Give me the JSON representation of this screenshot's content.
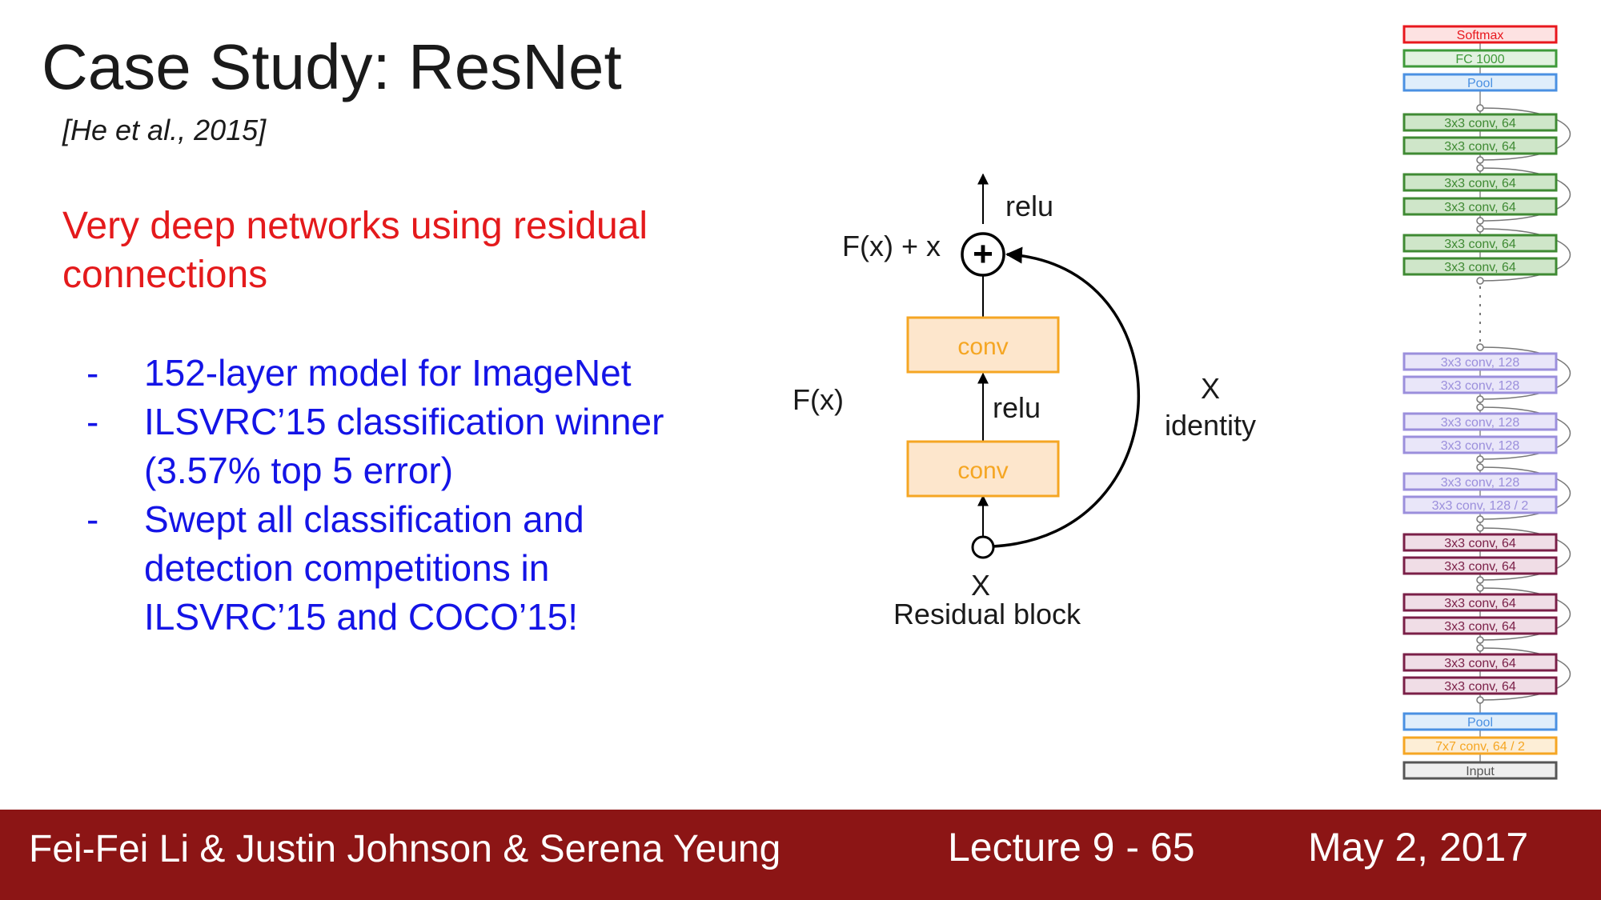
{
  "slide": {
    "title": "Case Study: ResNet",
    "citation": "[He et al., 2015]",
    "headline": "Very deep networks using residual connections",
    "bullets": [
      "152-layer model for ImageNet",
      "ILSVRC’15 classification winner (3.57% top 5 error)",
      "Swept all classification and detection competitions in ILSVRC’15 and COCO’15!"
    ],
    "bullet_marker": "-"
  },
  "residual_block": {
    "caption": "Residual block",
    "output_label": "F(x) + x",
    "relu_top": "relu",
    "relu_mid": "relu",
    "fx_label": "F(x)",
    "conv_top": "conv",
    "conv_bottom": "conv",
    "input_label": "X",
    "skip_label_x": "X",
    "skip_label_identity": "identity",
    "plus_symbol": "+",
    "colors": {
      "conv_fill": "#fde6cc",
      "conv_stroke": "#f5a623",
      "conv_text": "#f5a623",
      "line": "#000000"
    }
  },
  "architecture_stack": {
    "layers": [
      {
        "label": "Softmax",
        "color": "#e8171d",
        "fill": "#fde2e2"
      },
      {
        "label": "FC 1000",
        "color": "#3f9a3a",
        "fill": "#e3f2e1"
      },
      {
        "label": "Pool",
        "color": "#4a90e2",
        "fill": "#e0eefb"
      },
      {
        "label": "3x3 conv, 64",
        "color": "#3f8a33",
        "fill": "#cfe6c9"
      },
      {
        "label": "3x3 conv, 64",
        "color": "#3f8a33",
        "fill": "#cfe6c9"
      },
      {
        "label": "3x3 conv, 64",
        "color": "#3f8a33",
        "fill": "#cfe6c9"
      },
      {
        "label": "3x3 conv, 64",
        "color": "#3f8a33",
        "fill": "#cfe6c9"
      },
      {
        "label": "3x3 conv, 64",
        "color": "#3f8a33",
        "fill": "#cfe6c9"
      },
      {
        "label": "3x3 conv, 64",
        "color": "#3f8a33",
        "fill": "#cfe6c9"
      },
      {
        "label": "3x3 conv, 128",
        "color": "#9b8fdc",
        "fill": "#e9e6f9"
      },
      {
        "label": "3x3 conv, 128",
        "color": "#9b8fdc",
        "fill": "#e9e6f9"
      },
      {
        "label": "3x3 conv, 128",
        "color": "#9b8fdc",
        "fill": "#e9e6f9"
      },
      {
        "label": "3x3 conv, 128",
        "color": "#9b8fdc",
        "fill": "#e9e6f9"
      },
      {
        "label": "3x3 conv, 128",
        "color": "#9b8fdc",
        "fill": "#e9e6f9"
      },
      {
        "label": "3x3 conv, 128 / 2",
        "color": "#9b8fdc",
        "fill": "#e9e6f9"
      },
      {
        "label": "3x3 conv, 64",
        "color": "#7a1f47",
        "fill": "#f0dde6"
      },
      {
        "label": "3x3 conv, 64",
        "color": "#7a1f47",
        "fill": "#f0dde6"
      },
      {
        "label": "3x3 conv, 64",
        "color": "#7a1f47",
        "fill": "#f0dde6"
      },
      {
        "label": "3x3 conv, 64",
        "color": "#7a1f47",
        "fill": "#f0dde6"
      },
      {
        "label": "3x3 conv, 64",
        "color": "#7a1f47",
        "fill": "#f0dde6"
      },
      {
        "label": "3x3 conv, 64",
        "color": "#7a1f47",
        "fill": "#f0dde6"
      },
      {
        "label": "Pool",
        "color": "#4a90e2",
        "fill": "#e0eefb"
      },
      {
        "label": "7x7 conv, 64 / 2",
        "color": "#f5a623",
        "fill": "#fdeed6"
      },
      {
        "label": "Input",
        "color": "#555555",
        "fill": "#eeeeee"
      }
    ],
    "gap_marker": "⋮"
  },
  "footer": {
    "authors": "Fei-Fei Li & Justin Johnson & Serena Yeung",
    "lecture": "Lecture 9 - 65",
    "date": "May 2, 2017",
    "background": "#8c1515"
  }
}
